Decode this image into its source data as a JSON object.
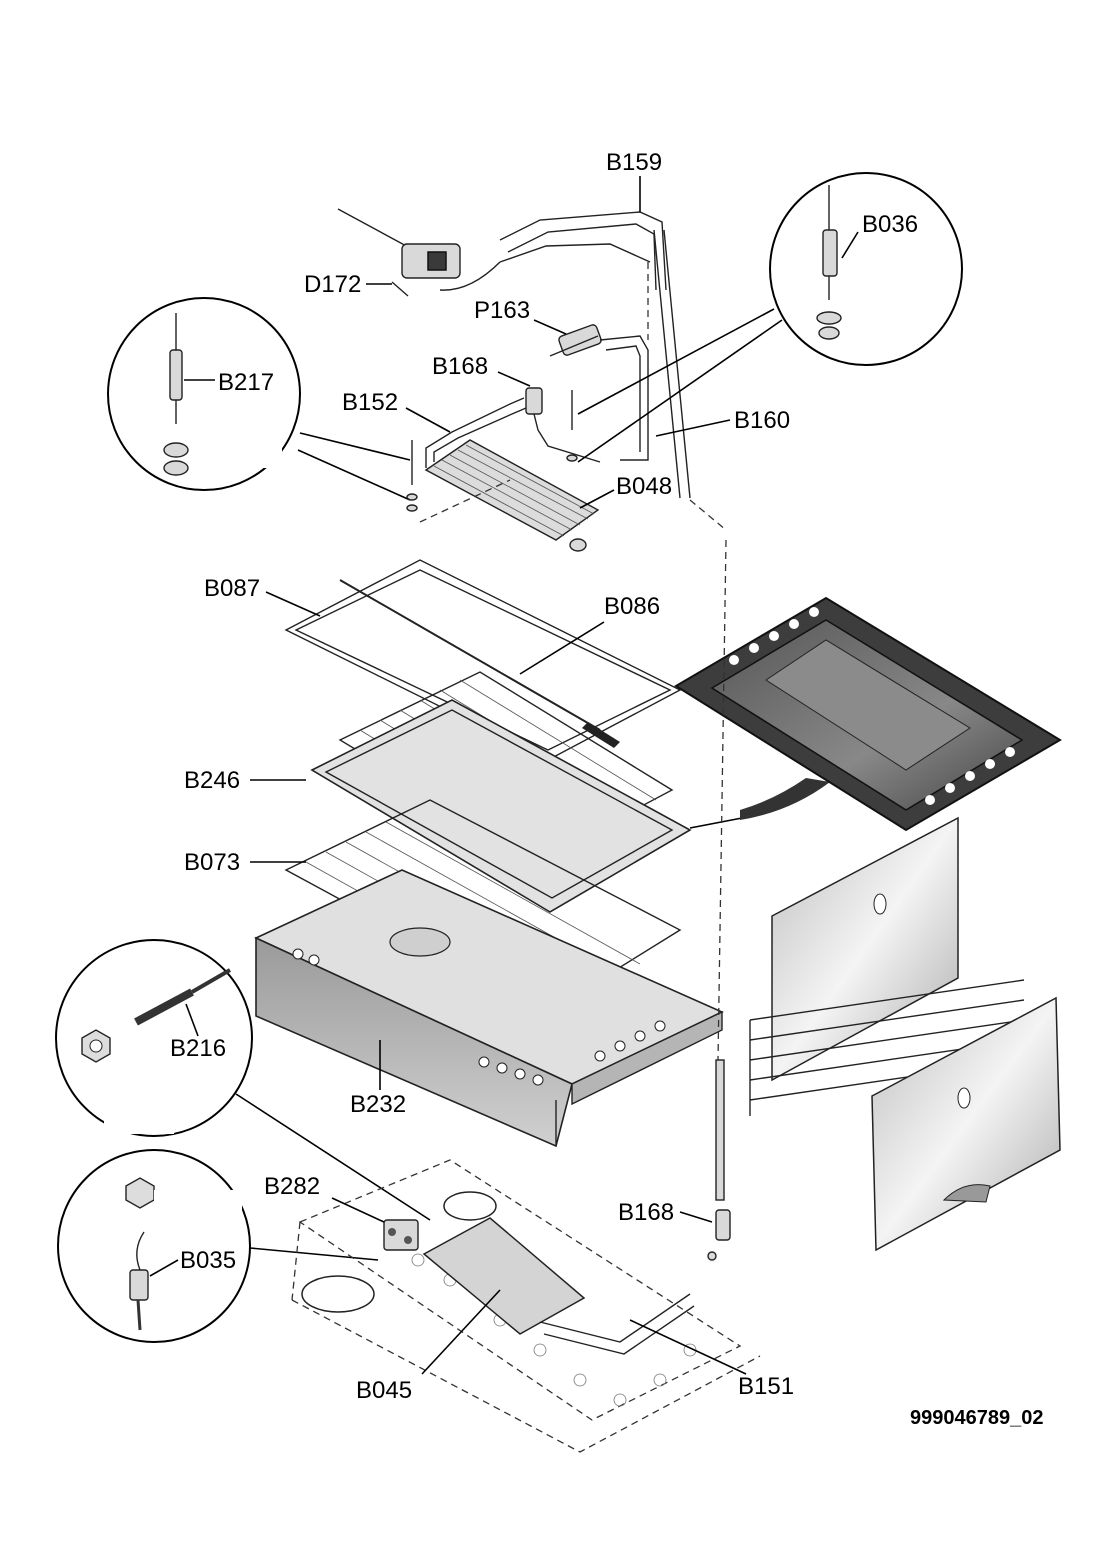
{
  "drawing_number": "999046789_02",
  "labels": {
    "B159": "B159",
    "B036": "B036",
    "D172": "D172",
    "P163": "P163",
    "B217": "B217",
    "B168_top": "B168",
    "B152": "B152",
    "B160": "B160",
    "B048": "B048",
    "B087": "B087",
    "B086": "B086",
    "B246": "B246",
    "B073": "B073",
    "B216": "B216",
    "B232": "B232",
    "B282": "B282",
    "B168_bottom": "B168",
    "B035": "B035",
    "B045": "B045",
    "B151": "B151"
  }
}
